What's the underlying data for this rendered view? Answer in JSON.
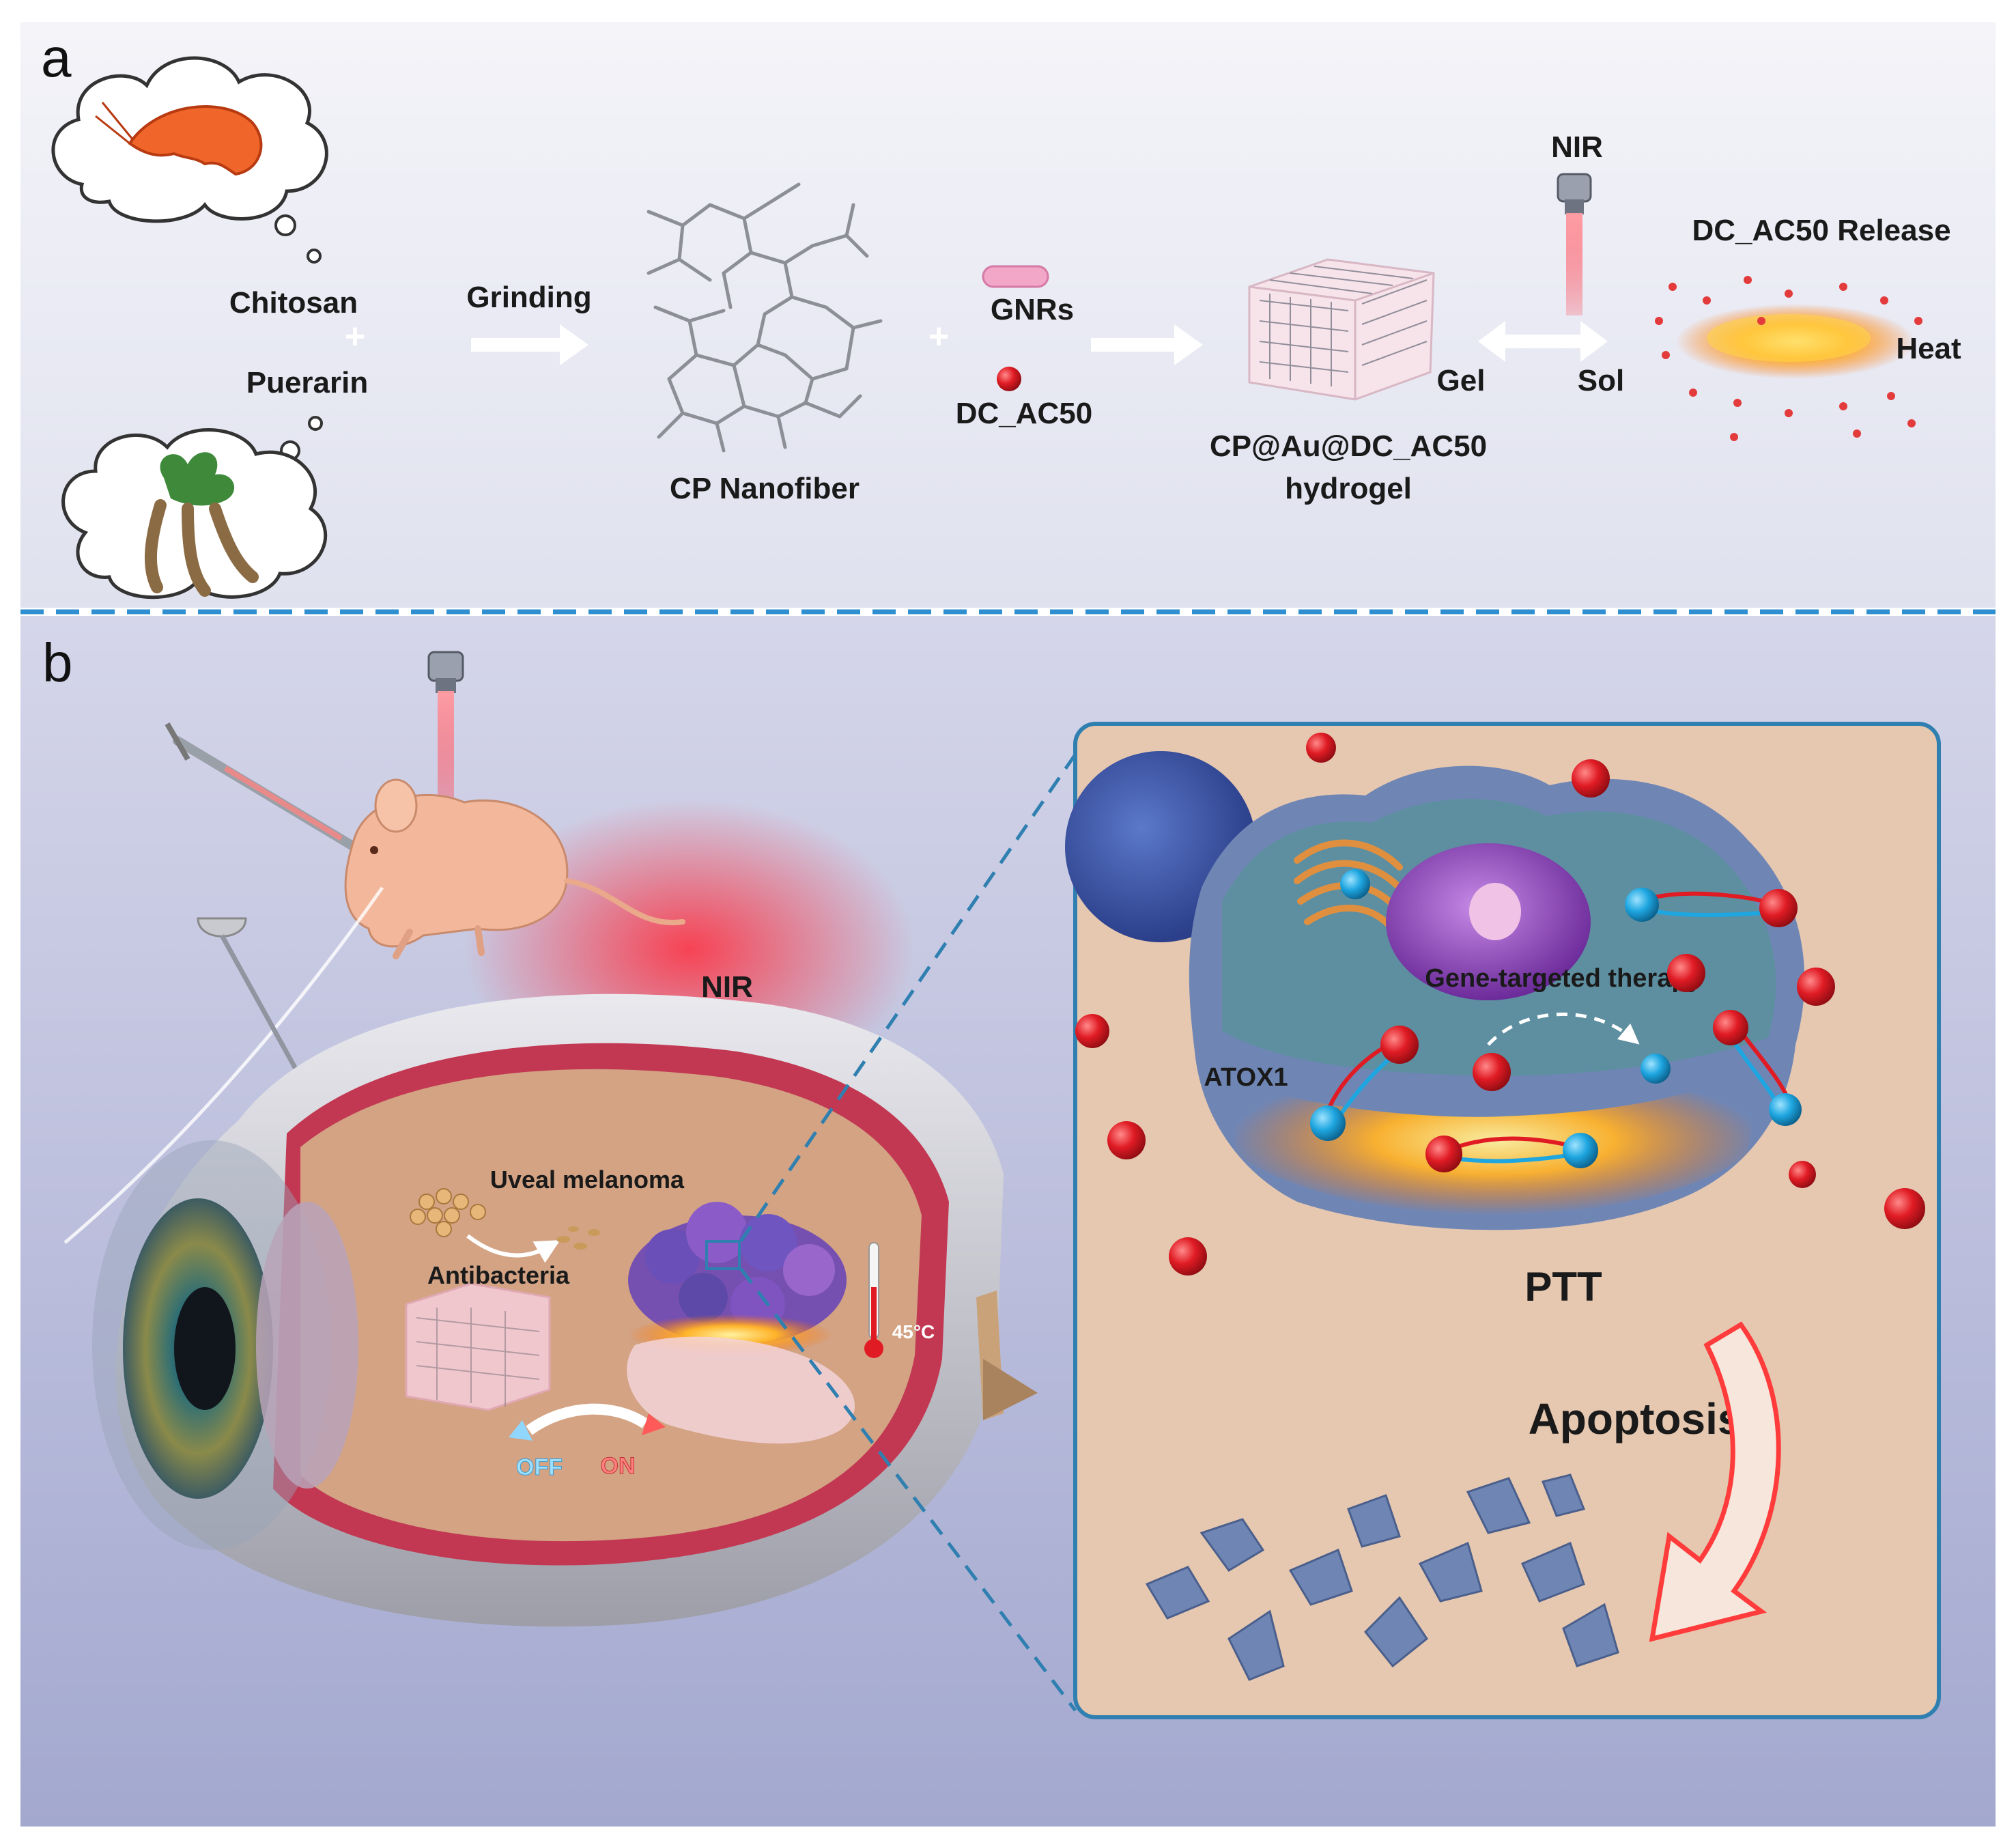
{
  "panel_a": {
    "letter": "a",
    "chitosan": "Chitosan",
    "plus": "+",
    "puerarin": "Puerarin",
    "grinding": "Grinding",
    "cp_nanofiber": "CP Nanofiber",
    "gnrs": "GNRs",
    "dc_ac50": "DC_AC50",
    "hydrogel_line1": "CP@Au@DC_AC50",
    "hydrogel_line2": "hydrogel",
    "nir": "NIR",
    "gel": "Gel",
    "sol": "Sol",
    "release": "DC_AC50 Release",
    "heat": "Heat"
  },
  "panel_b": {
    "letter": "b",
    "nir": "NIR",
    "uveal_melanoma": "Uveal melanoma",
    "antibacteria": "Antibacteria",
    "temperature": "45°C",
    "off": "OFF",
    "on": "ON",
    "gene_targeted": "Gene-targeted therapy",
    "atox1": "ATOX1",
    "ptt": "PTT",
    "apoptosis": "Apoptosis"
  },
  "colors": {
    "panel_a_bg": "#ecedf5",
    "panel_b_bg": "#b4b8d8",
    "divider": "#2f8fd0",
    "laser_red": "#ff3344",
    "particle_red": "#e01b24",
    "particle_blue": "#1ea6e0",
    "cell_blue": "#6f86b5",
    "inset_bg": "#e6c8b0",
    "inset_border": "#2f7fb0"
  }
}
